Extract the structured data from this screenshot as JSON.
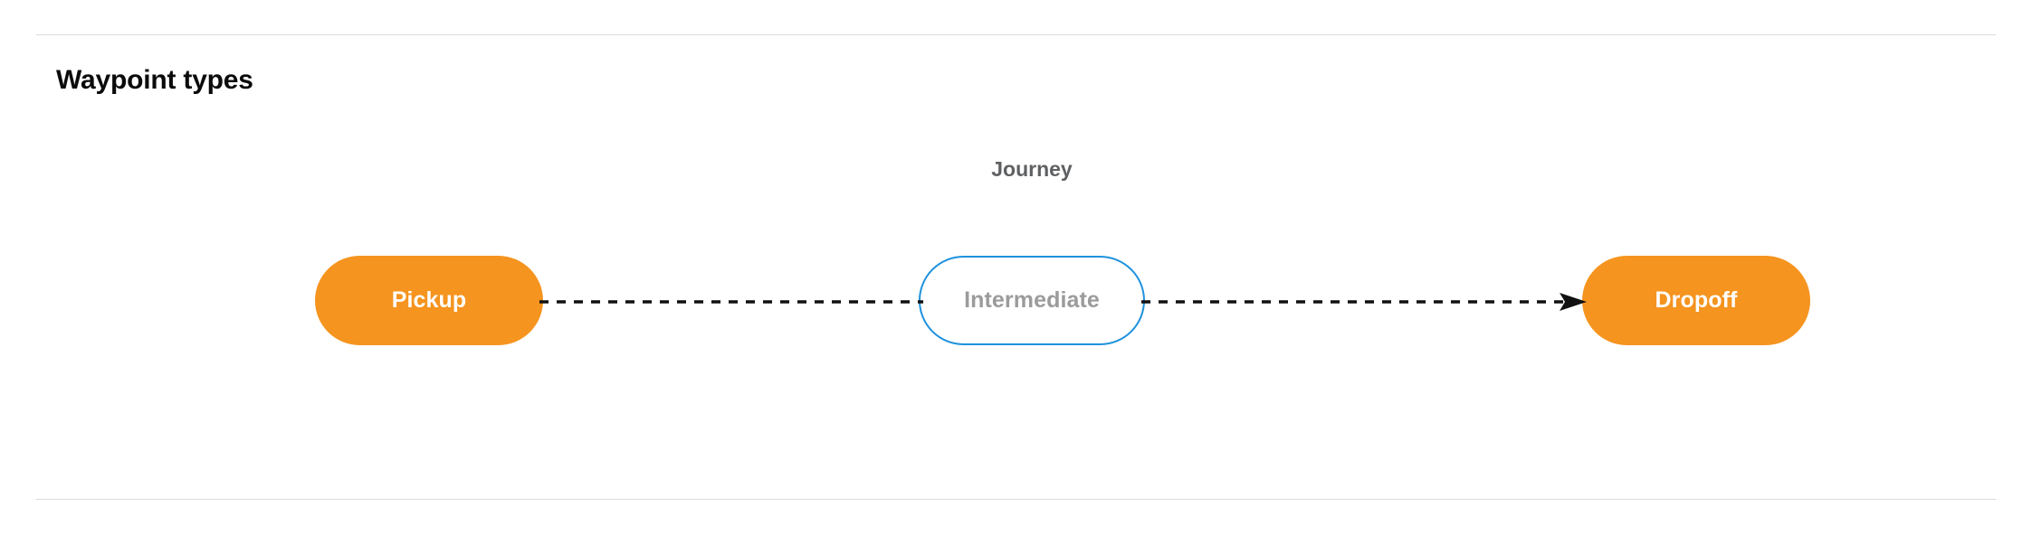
{
  "page": {
    "title": "Waypoint types",
    "background_color": "#ffffff",
    "divider_color": "#dadada"
  },
  "diagram": {
    "caption": "Journey",
    "caption_color": "#5f6062",
    "nodes": [
      {
        "id": "pickup",
        "label": "Pickup",
        "style": "filled",
        "fill_color": "#f5941f",
        "text_color": "#ffffff"
      },
      {
        "id": "intermediate",
        "label": "Intermediate",
        "style": "outlined",
        "fill_color": "#ffffff",
        "border_color": "#1e92dd",
        "text_color": "#9b9b9b"
      },
      {
        "id": "dropoff",
        "label": "Dropoff",
        "style": "filled",
        "fill_color": "#f5941f",
        "text_color": "#ffffff"
      }
    ],
    "connectors": [
      {
        "id": "pickup-to-intermediate",
        "from": "pickup",
        "to": "intermediate",
        "line_style": "dashed",
        "color": "#111111",
        "arrowhead": false
      },
      {
        "id": "intermediate-to-dropoff",
        "from": "intermediate",
        "to": "dropoff",
        "line_style": "dashed",
        "color": "#111111",
        "arrowhead": true
      }
    ]
  }
}
